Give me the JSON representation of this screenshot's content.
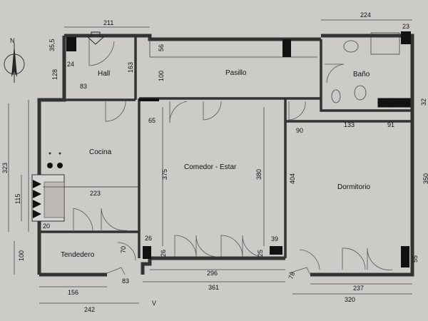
{
  "rooms": {
    "hall": "Hall",
    "pasillo": "Pasillo",
    "bano": "Baño",
    "cocina": "Cocina",
    "comedor": "Comedor - Estar",
    "dormitorio": "Dormitorio",
    "tendedero": "Tendedero"
  },
  "dims": {
    "d211": "211",
    "d224": "224",
    "d23": "23",
    "d35_5": "35,5",
    "d24": "24",
    "d128": "128",
    "d163": "163",
    "d56": "56",
    "d100_hall": "100",
    "d83_top": "83",
    "d133": "133",
    "d91": "91",
    "d32": "32",
    "d65": "65",
    "d90": "90",
    "d323": "323",
    "d115": "115",
    "d223": "223",
    "d375": "375",
    "d380": "380",
    "d404": "404",
    "d350": "350",
    "d20": "20",
    "d26_a": "26",
    "d26_b": "26",
    "d39": "39",
    "d25": "25",
    "d70": "70",
    "d100_tend": "100",
    "d55": "55",
    "d78": "78",
    "d83_bot": "83",
    "d296": "296",
    "d361": "361",
    "d237": "237",
    "d320": "320",
    "d156": "156",
    "d242": "242"
  },
  "north": {
    "letter": "N"
  },
  "mark": {
    "v": "V"
  }
}
